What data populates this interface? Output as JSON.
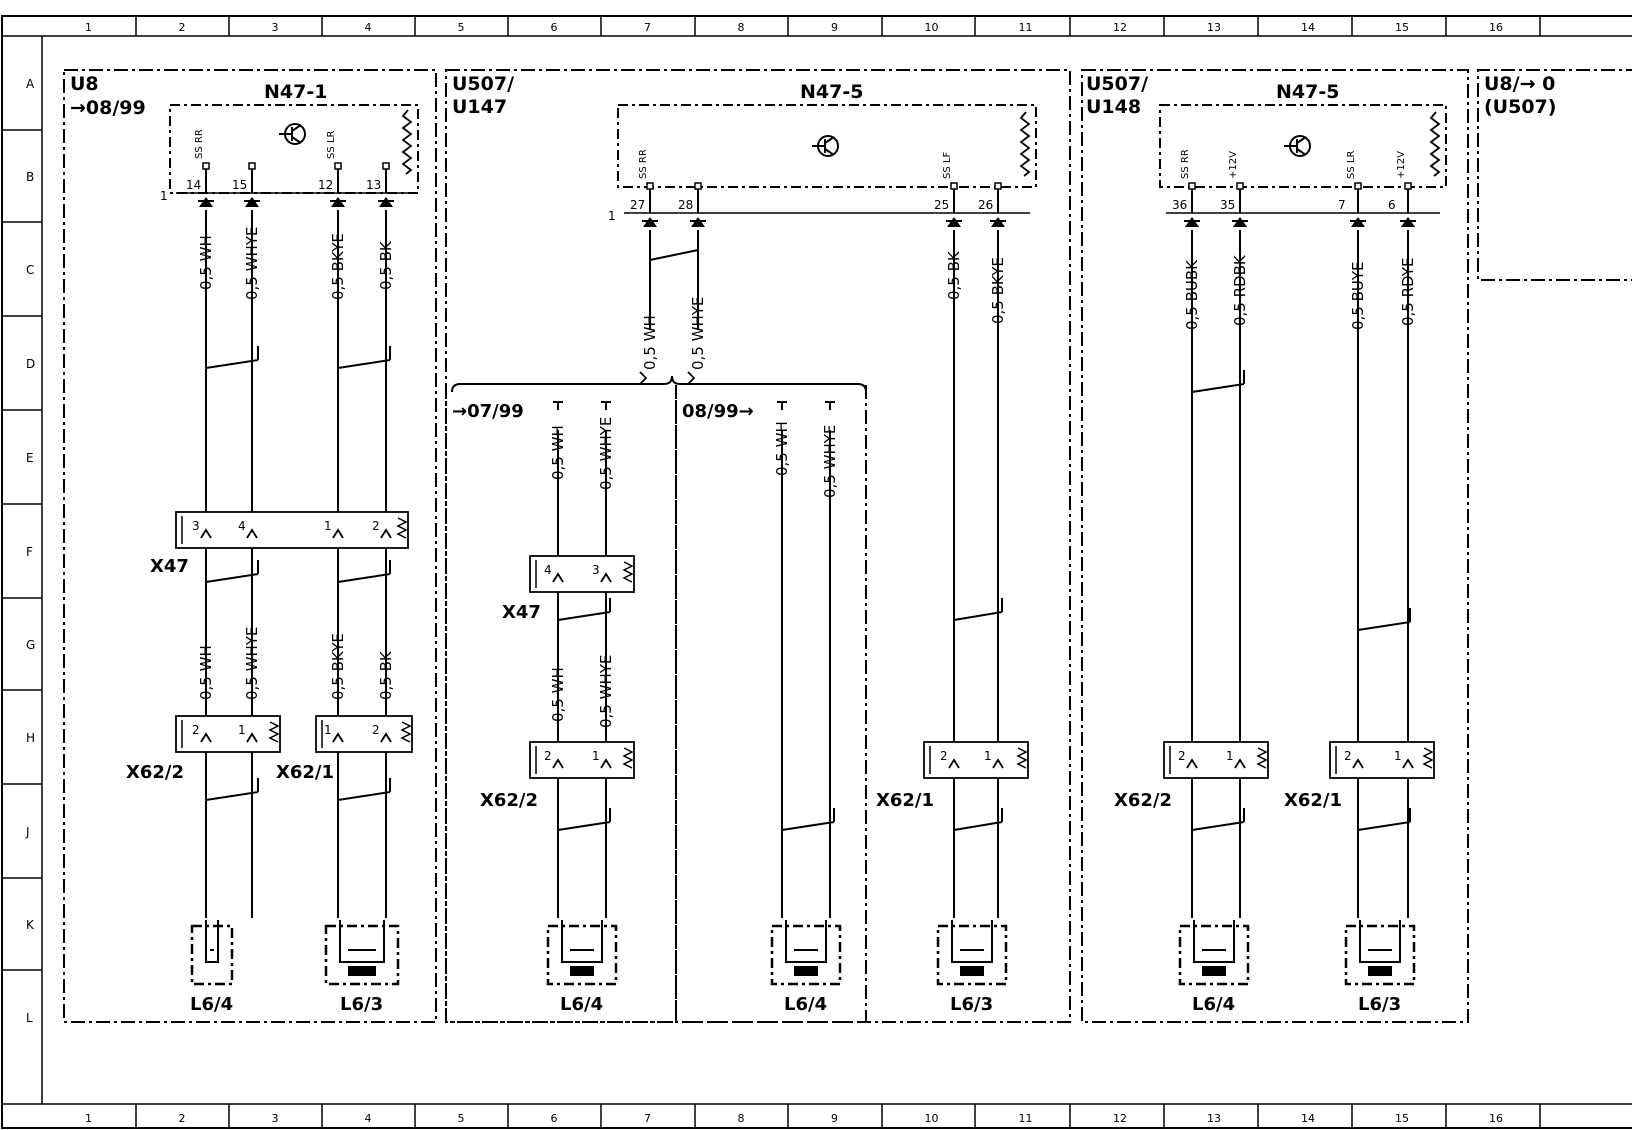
{
  "grid": {
    "columns": [
      "1",
      "2",
      "3",
      "4",
      "5",
      "6",
      "7",
      "8",
      "9",
      "10",
      "11",
      "12",
      "13",
      "14",
      "15",
      "16"
    ],
    "rows": [
      "A",
      "B",
      "C",
      "D",
      "E",
      "F",
      "G",
      "H",
      "J",
      "K",
      "L"
    ]
  },
  "sections": [
    {
      "id": "s1",
      "variant": "U8",
      "date": "→08/99"
    },
    {
      "id": "s2",
      "variant": "U507/",
      "variant2": "U147"
    },
    {
      "id": "s3",
      "variant": "U507/",
      "variant2": "U148"
    },
    {
      "id": "s4",
      "variant": "U8/→ 0",
      "variant2": "(U507)"
    }
  ],
  "sub_groups": [
    {
      "id": "g1",
      "date": "→07/99"
    },
    {
      "id": "g2",
      "date": "08/99→"
    }
  ],
  "modules": [
    {
      "id": "m1",
      "label": "N47-1",
      "connector": "1",
      "pins": [
        {
          "pin": "14",
          "signal": "SS RR"
        },
        {
          "pin": "15",
          "signal": ""
        },
        {
          "pin": "12",
          "signal": "SS LR"
        },
        {
          "pin": "13",
          "signal": ""
        }
      ]
    },
    {
      "id": "m2",
      "label": "N47-5",
      "connector": "1",
      "pins": [
        {
          "pin": "27",
          "signal": "SS RR"
        },
        {
          "pin": "28",
          "signal": ""
        },
        {
          "pin": "25",
          "signal": "SS LF"
        },
        {
          "pin": "26",
          "signal": ""
        }
      ]
    },
    {
      "id": "m3",
      "label": "N47-5",
      "connector": "",
      "pins": [
        {
          "pin": "36",
          "signal": "SS RR"
        },
        {
          "pin": "35",
          "signal": "+12V"
        },
        {
          "pin": "7",
          "signal": "SS LR"
        },
        {
          "pin": "6",
          "signal": "+12V"
        }
      ]
    }
  ],
  "wires": [
    {
      "id": "w1",
      "label": "0,5 WH"
    },
    {
      "id": "w2",
      "label": "0,5 WHYE"
    },
    {
      "id": "w3",
      "label": "0,5 BKYE"
    },
    {
      "id": "w4",
      "label": "0,5 BK"
    },
    {
      "id": "w5",
      "label": "0,5 WH"
    },
    {
      "id": "w6",
      "label": "0,5 WHYE"
    },
    {
      "id": "w7",
      "label": "0,5 BKYE"
    },
    {
      "id": "w8",
      "label": "0,5 BK"
    },
    {
      "id": "w9",
      "label": "0,5 WH"
    },
    {
      "id": "w10",
      "label": "0,5 WHYE"
    },
    {
      "id": "w11",
      "label": "0,5 WH"
    },
    {
      "id": "w12",
      "label": "0,5 WHYE"
    },
    {
      "id": "w13",
      "label": "0,5 WH"
    },
    {
      "id": "w14",
      "label": "0,5 WHYE"
    },
    {
      "id": "w15",
      "label": "0,5 WH"
    },
    {
      "id": "w16",
      "label": "0,5 WHYE"
    },
    {
      "id": "w17",
      "label": "0,5 BK"
    },
    {
      "id": "w18",
      "label": "0,5 BKYE"
    },
    {
      "id": "w19",
      "label": "0,5 BUBK"
    },
    {
      "id": "w20",
      "label": "0,5 RDBK"
    },
    {
      "id": "w21",
      "label": "0,5 BUYE"
    },
    {
      "id": "w22",
      "label": "0,5 RDYE"
    }
  ],
  "connectors": [
    {
      "id": "c1",
      "label": "X47",
      "pins": [
        "3",
        "4",
        "1",
        "2"
      ]
    },
    {
      "id": "c2",
      "label": "X62/2",
      "pins": [
        "2",
        "1"
      ]
    },
    {
      "id": "c3",
      "label": "X62/1",
      "pins": [
        "1",
        "2"
      ]
    },
    {
      "id": "c4",
      "label": "X47",
      "pins": [
        "4",
        "3"
      ]
    },
    {
      "id": "c5",
      "label": "X62/2",
      "pins": [
        "2",
        "1"
      ]
    },
    {
      "id": "c6",
      "label": "X62/1",
      "pins": [
        "2",
        "1"
      ]
    },
    {
      "id": "c7",
      "label": "X62/2",
      "pins": [
        "2",
        "1"
      ]
    },
    {
      "id": "c8",
      "label": "X62/1",
      "pins": [
        "2",
        "1"
      ]
    }
  ],
  "sensors": [
    {
      "id": "L1",
      "label": "L6/4"
    },
    {
      "id": "L2",
      "label": "L6/3"
    },
    {
      "id": "L3",
      "label": "L6/4"
    },
    {
      "id": "L4",
      "label": "L6/4"
    },
    {
      "id": "L5",
      "label": "L6/3"
    },
    {
      "id": "L6",
      "label": "L6/4"
    },
    {
      "id": "L7",
      "label": "L6/3"
    }
  ]
}
